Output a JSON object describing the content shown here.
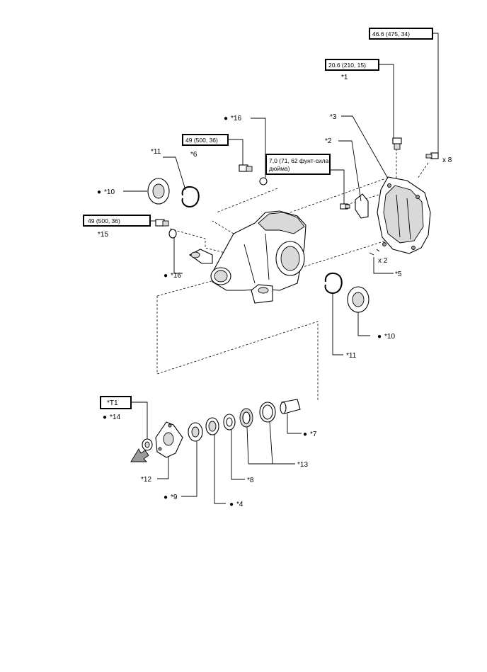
{
  "torque_specs": {
    "t1": "46.6 (475, 34)",
    "t2": "20.6 (210, 15)",
    "t3": "49 (500, 36)",
    "t4_line1": "7,0 (71, 62 фунт-сила-",
    "t4_line2": "дюйма)",
    "t5": "49 (500, 36)",
    "tool": "*T1"
  },
  "labels": {
    "p1": "*1",
    "p2": "*2",
    "p3": "*3",
    "p4": "*4",
    "p5": "*5",
    "p6": "*6",
    "p7": "*7",
    "p8": "*8",
    "p9": "*9",
    "p10a": "*10",
    "p10b": "*10",
    "p11a": "*11",
    "p11b": "*11",
    "p12": "*12",
    "p13": "*13",
    "p14": "*14",
    "p15": "*15",
    "p16a": "*16",
    "p16b": "*16",
    "qty8": "x 8",
    "qty2": "x 2"
  },
  "bullet": "●"
}
